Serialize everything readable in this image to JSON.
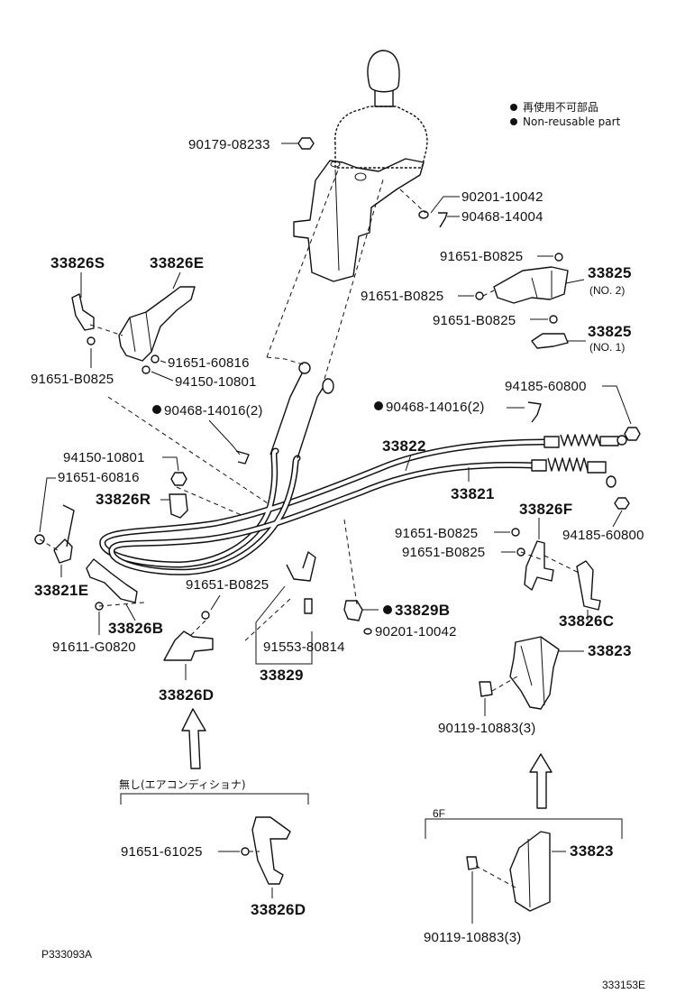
{
  "legend": {
    "non_reusable_jp": "再使用不可部品",
    "non_reusable_en": "Non-reusable part"
  },
  "labels": {
    "p90179_08233": "90179-08233",
    "p90201_10042_top": "90201-10042",
    "p90468_14004": "90468-14004",
    "p91651_B0825_a": "91651-B0825",
    "p33825": "33825",
    "p33825_no2": "(NO. 2)",
    "p91651_B0825_b": "91651-B0825",
    "p91651_B0825_c": "91651-B0825",
    "p33825_b": "33825",
    "p33825_no1": "(NO. 1)",
    "p33826S": "33826S",
    "p33826E": "33826E",
    "p91651_60816_a": "91651-60816",
    "p94150_10801_a": "94150-10801",
    "p91651_B0825_d": "91651-B0825",
    "p90468_14016_a": "90468-14016(2)",
    "p94185_60800_a": "94185-60800",
    "p90468_14016_b": "90468-14016(2)",
    "p33822": "33822",
    "p33821": "33821",
    "p94150_10801_b": "94150-10801",
    "p91651_60816_b": "91651-60816",
    "p33826R": "33826R",
    "p33826F": "33826F",
    "p94185_60800_b": "94185-60800",
    "p91651_B0825_e": "91651-B0825",
    "p91651_B0825_f": "91651-B0825",
    "p33821E": "33821E",
    "p91651_B0825_g": "91651-B0825",
    "p33829B": "33829B",
    "p90201_10042_b": "90201-10042",
    "p33826C": "33826C",
    "p33826B": "33826B",
    "p91611_G0820": "91611-G0820",
    "p91553_80814": "91553-80814",
    "p33829": "33829",
    "p33823_a": "33823",
    "p33826D_a": "33826D",
    "p90119_10883_a": "90119-10883(3)",
    "note_no_ac": "無し(エアコンディショナ)",
    "p91651_61025": "91651-61025",
    "p33826D_b": "33826D",
    "group_6F": "6F",
    "p33823_b": "33823",
    "p90119_10883_b": "90119-10883(3)",
    "fig_left": "P333093A",
    "fig_right": "333153E"
  }
}
